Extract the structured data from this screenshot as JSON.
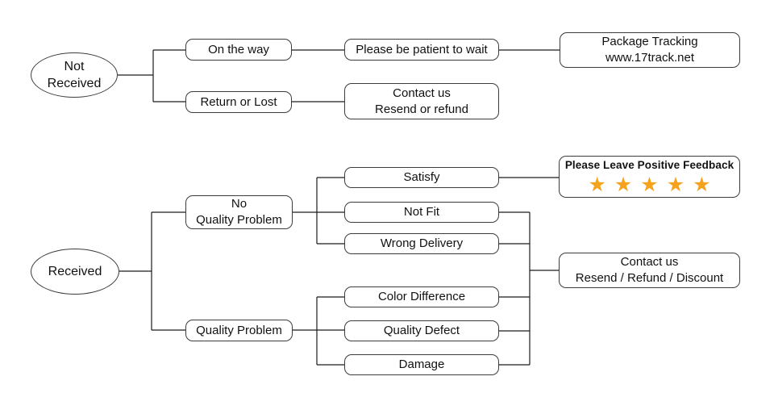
{
  "colors": {
    "border": "#3c3c3c",
    "connector_line": "#1c1c1c",
    "star": "#F5A21D",
    "background": "#ffffff",
    "text": "#111111"
  },
  "flowchart": {
    "not_received_branch": {
      "root": {
        "line1": "Not",
        "line2": "Received"
      },
      "on_the_way": {
        "label": "On the way"
      },
      "be_patient": {
        "label": "Please be patient to wait"
      },
      "package_tracking": {
        "line1": "Package Tracking",
        "line2": "www.17track.net"
      },
      "return_or_lost": {
        "label": "Return or Lost"
      },
      "contact_resend_refund": {
        "line1": "Contact us",
        "line2": "Resend or refund"
      }
    },
    "received_branch": {
      "root": {
        "label": "Received"
      },
      "no_quality_problem": {
        "line1": "No",
        "line2": "Quality Problem"
      },
      "satisfy": {
        "label": "Satisfy"
      },
      "not_fit": {
        "label": "Not Fit"
      },
      "wrong_delivery": {
        "label": "Wrong Delivery"
      },
      "feedback": {
        "label": "Please Leave Positive Feedback",
        "star_count": 5,
        "star_glyph": "★"
      },
      "quality_problem": {
        "label": "Quality Problem"
      },
      "color_difference": {
        "label": "Color Difference"
      },
      "quality_defect": {
        "label": "Quality Defect"
      },
      "damage": {
        "label": "Damage"
      },
      "contact_resolution": {
        "line1": "Contact us",
        "line2": "Resend / Refund / Discount"
      }
    }
  }
}
